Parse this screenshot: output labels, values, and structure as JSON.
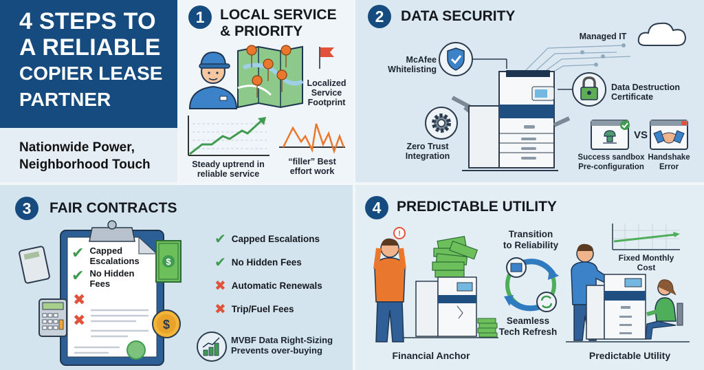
{
  "title_panel": {
    "title_lines": [
      "4 STEPS TO",
      "A RELIABLE",
      "COPIER LEASE",
      "PARTNER"
    ],
    "subtitle_lines": [
      "Nationwide Power,",
      "Neighborhood Touch"
    ]
  },
  "step1": {
    "number": "1",
    "title_lines": [
      "LOCAL SERVICE",
      "& PRIORITY"
    ],
    "labels": {
      "map": [
        "Localized",
        "Service",
        "Footprint"
      ],
      "uptrend": [
        "Steady uptrend in",
        "reliable service"
      ],
      "filler": [
        "“filler” Best",
        "effort work"
      ]
    },
    "icons": [
      "technician-icon",
      "map-pins-icon",
      "red-flag-icon",
      "uptrend-chart-icon",
      "erratic-line-icon"
    ]
  },
  "step2": {
    "number": "2",
    "title": "DATA SECURITY",
    "labels": {
      "mcafee": [
        "McAfee",
        "Whitelisting"
      ],
      "managed_it": "Managed IT",
      "data_destruction": [
        "Data Destruction",
        "Certificate"
      ],
      "zero_trust": [
        "Zero Trust",
        "Integration"
      ],
      "sandbox": [
        "Success sandbox",
        "Pre-configuration"
      ],
      "vs": "VS",
      "handshake": [
        "Handshake",
        "Error"
      ]
    },
    "icons": [
      "shield-check-icon",
      "cloud-icon",
      "padlock-icon",
      "gear-icon",
      "copier-icon",
      "sandbox-window-icon",
      "handshake-window-icon"
    ]
  },
  "step3": {
    "number": "3",
    "title": "FAIR CONTRACTS",
    "clipboard_items": [
      {
        "status": "check",
        "label_lines": [
          "Capped",
          "Escalations"
        ]
      },
      {
        "status": "check",
        "label_lines": [
          "No Hidden",
          "Fees"
        ]
      },
      {
        "status": "cross",
        "label_lines": []
      },
      {
        "status": "cross",
        "label_lines": []
      }
    ],
    "checklist": [
      {
        "status": "check",
        "label": "Capped Escalations"
      },
      {
        "status": "check",
        "label": "No Hidden Fees"
      },
      {
        "status": "cross",
        "label": "Automatic Renewals"
      },
      {
        "status": "cross",
        "label": "Trip/Fuel Fees"
      }
    ],
    "mvbf_lines": [
      "MVBF Data Right-Sizing",
      "Prevents over-buying"
    ],
    "colors": {
      "check": "#3f9b4f",
      "cross": "#e0533a"
    }
  },
  "step4": {
    "number": "4",
    "title": "PREDICTABLE UTILITY",
    "labels": {
      "transition": [
        "Transition",
        "to Reliability"
      ],
      "refresh": [
        "Seamless",
        "Tech Refresh"
      ],
      "financial_anchor": "Financial Anchor",
      "fixed_cost": "Fixed Monthly Cost",
      "predictable": "Predictable Utility"
    },
    "icons": [
      "stressed-man-icon",
      "money-pile-icon",
      "broken-copier-icon",
      "cycle-arrows-icon",
      "refresh-icon",
      "office-workers-icon",
      "flat-cost-chart-icon"
    ]
  },
  "colors": {
    "navy": "#154b7e",
    "accent_blue": "#2e7bbf",
    "green": "#3f9b4f",
    "red": "#e0533a",
    "orange": "#e9772d"
  }
}
